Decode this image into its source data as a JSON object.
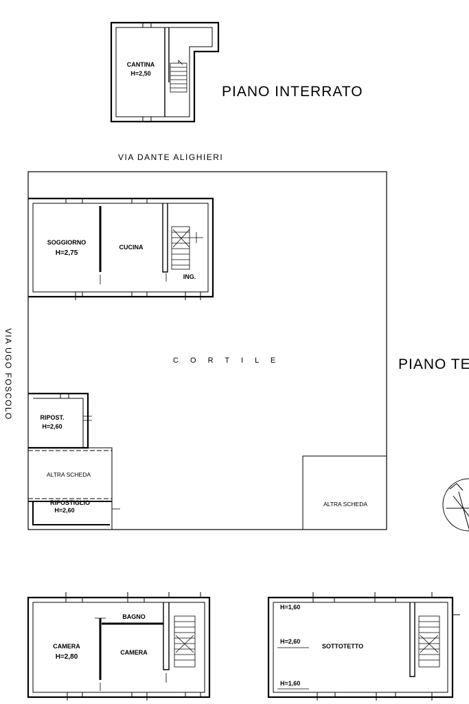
{
  "sheet": {
    "street_top": "VIA DANTE ALIGHIERI",
    "street_side": "VIA UGO FOSCOLO"
  },
  "floors": {
    "basement": "PIANO INTERRATO",
    "ground": "PIANO TERRA"
  },
  "courtyard": "C O R T I L E",
  "rooms": {
    "cantina": {
      "name": "CANTINA",
      "height": "H=2,50"
    },
    "soggiorno": {
      "name": "SOGGIORNO",
      "height": "H=2,75"
    },
    "cucina": {
      "name": "CUCINA"
    },
    "ingresso": {
      "name": "ING."
    },
    "ripost": {
      "name": "RIPOST.",
      "height": "H=2,60"
    },
    "altra_scheda_left": {
      "name": "ALTRA SCHEDA"
    },
    "ripostiglio": {
      "name": "RIPOSTIGLIO",
      "height": "H=2,60"
    },
    "altra_scheda_right": {
      "name": "ALTRA SCHEDA"
    },
    "camera_left": {
      "name": "CAMERA",
      "height": "H=2,80"
    },
    "bagno": {
      "name": "BAGNO"
    },
    "camera_right": {
      "name": "CAMERA"
    },
    "sottotetto": {
      "name": "SOTTOTETTO",
      "height_top": "H=1,60",
      "height_mid": "H=2,60",
      "height_bottom": "H=1,60"
    }
  },
  "icons": [
    "north-arrow-icon",
    "stair-icon"
  ],
  "colors": {
    "ink": "#000000",
    "paper": "#ffffff"
  }
}
